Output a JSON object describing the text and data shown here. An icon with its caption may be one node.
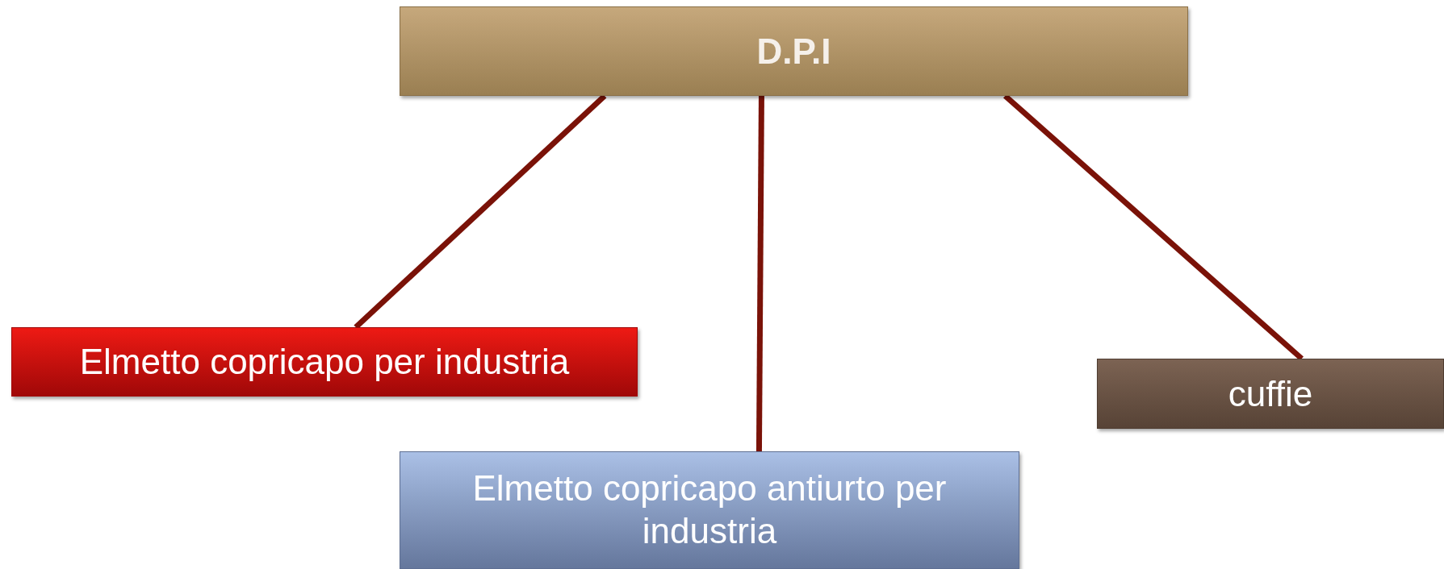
{
  "diagram": {
    "nodes": [
      {
        "text": [
          "D.P.I"
        ]
      },
      {
        "text": [
          "Elmetto copricapo per industria"
        ]
      },
      {
        "text": [
          "Elmetto copricapo antiurto per industria"
        ]
      },
      {
        "text": [
          "cuffie"
        ]
      }
    ],
    "edges": [
      {
        "from": 0,
        "to": 1,
        "arrow": "none"
      },
      {
        "from": 0,
        "to": 2,
        "arrow": "none"
      },
      {
        "from": 0,
        "to": 3,
        "arrow": "none"
      }
    ]
  }
}
